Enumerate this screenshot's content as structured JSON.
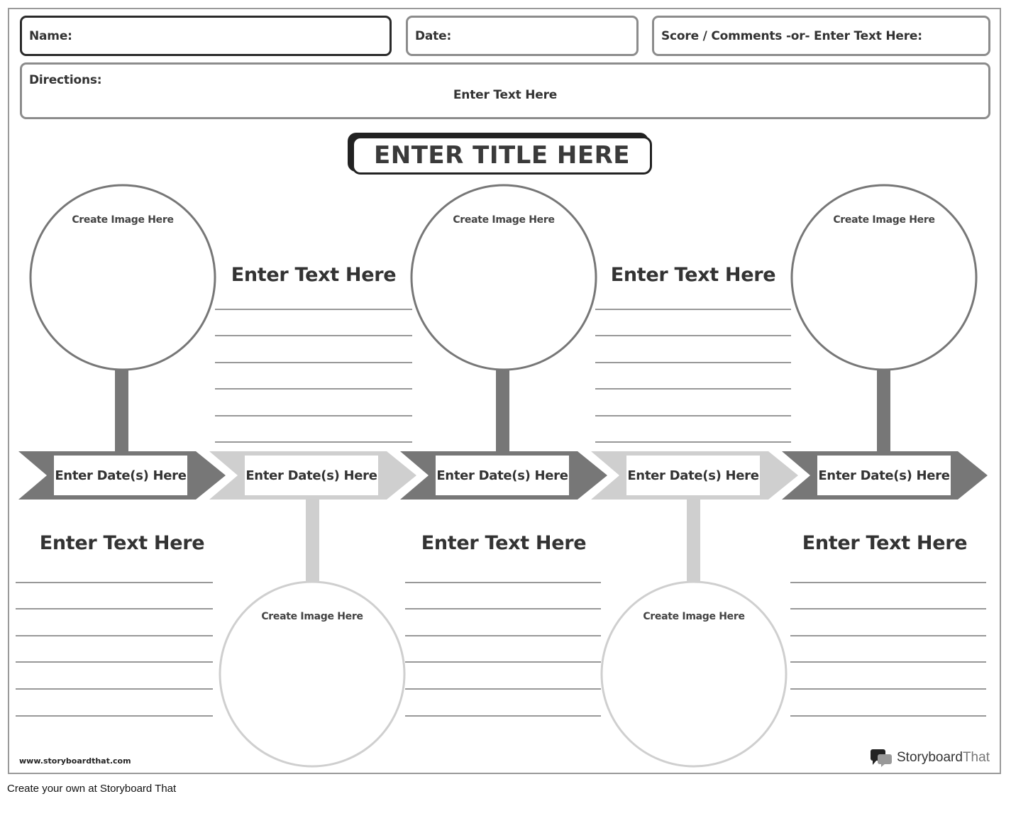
{
  "header": {
    "name_label": "Name:",
    "date_label": "Date:",
    "score_label": "Score / Comments -or- Enter Text Here:",
    "directions_label": "Directions:",
    "directions_text": "Enter Text Here"
  },
  "title": "ENTER TITLE HERE",
  "image_caption": "Create Image Here",
  "text_heading": "Enter Text Here",
  "timeline": {
    "dates": [
      "Enter Date(s) Here",
      "Enter Date(s) Here",
      "Enter Date(s) Here",
      "Enter Date(s) Here",
      "Enter Date(s) Here"
    ]
  },
  "colors": {
    "dark": "#777777",
    "light": "#cfcfcf",
    "border": "#8c8c8c"
  },
  "branding": {
    "url": "www.storyboardthat.com",
    "logo_word_1": "Storyboard",
    "logo_word_2": "That",
    "footer": "Create your own at Storyboard That"
  }
}
